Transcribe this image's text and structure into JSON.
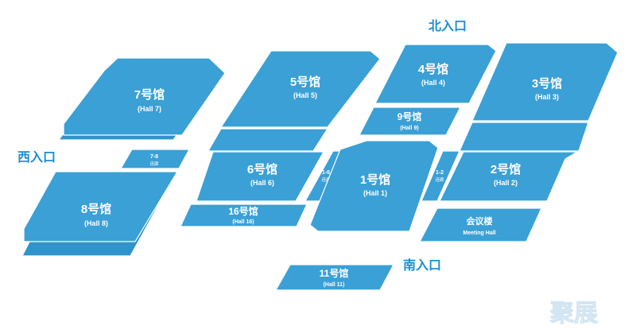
{
  "entrances": {
    "north": "北入口",
    "west": "西入口",
    "south": "南入口"
  },
  "halls": {
    "h1": {
      "name": "1号馆",
      "en": "(Hall 1)"
    },
    "h2": {
      "name": "2号馆",
      "en": "(Hall 2)"
    },
    "h3": {
      "name": "3号馆",
      "en": "(Hall 3)"
    },
    "h4": {
      "name": "4号馆",
      "en": "(Hall 4)"
    },
    "h5": {
      "name": "5号馆",
      "en": "(Hall 5)"
    },
    "h6": {
      "name": "6号馆",
      "en": "(Hall 6)"
    },
    "h7": {
      "name": "7号馆",
      "en": "(Hall 7)"
    },
    "h8": {
      "name": "8号馆",
      "en": "(Hall 8)"
    },
    "h9": {
      "name": "9号馆",
      "en": "(Hall 9)"
    },
    "h11": {
      "name": "11号馆",
      "en": "(Hall 11)"
    },
    "h16": {
      "name": "16号馆",
      "en": "(Hall 16)"
    }
  },
  "meeting_hall": {
    "name": "会议楼",
    "en": "Meeting Hall"
  },
  "corridors": {
    "c78": {
      "name": "7-8",
      "sub": "连廊"
    },
    "c16": {
      "name": "1-6",
      "sub": "连廊"
    },
    "c12": {
      "name": "1-2",
      "sub": "连廊"
    }
  },
  "watermark": {
    "logo_text": "聚展"
  },
  "colors": {
    "hall": "#3aa0d6",
    "entrance_text": "#1a8fd0",
    "background": "#ffffff"
  }
}
